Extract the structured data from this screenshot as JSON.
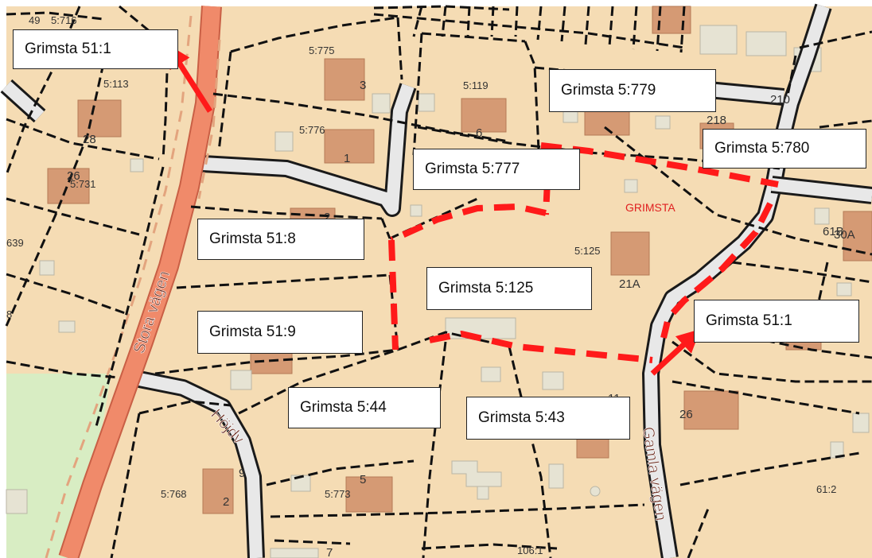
{
  "map": {
    "colors": {
      "land": "#f5dcb4",
      "park": "#d8edc3",
      "building": "#d59a74",
      "building_outline": "#b57a56",
      "outbuilding": "#e6e3d3",
      "major_road": "#f08a6a",
      "local_road": "#e8e8e8",
      "boundary": "#111111",
      "marker": "#ff1a1a",
      "place_label": "#e02020",
      "label_text": "#333333"
    },
    "place_name": "GRIMSTA",
    "road_labels": {
      "stora_vagen": "Stora vägen",
      "hojdvagen": "Höjdv",
      "gamla_vagen": "Gamla vägen"
    },
    "parcel_labels": [
      "5:716",
      "5:775",
      "5:113",
      "5:119",
      "5:776",
      "5:731",
      "639",
      "5:125",
      "61:2",
      "5:768",
      "5:773",
      "106:1",
      "8"
    ],
    "house_numbers": [
      "49",
      "3",
      "6",
      "28",
      "1",
      "26",
      "2",
      "21A",
      "218",
      "210",
      "30A",
      "61B",
      "26",
      "5",
      "2",
      "7",
      "9",
      "11"
    ],
    "callouts": {
      "grimsta_51_1_nw": "Grimsta 51:1",
      "grimsta_5_779": "Grimsta 5:779",
      "grimsta_5_780": "Grimsta 5:780",
      "grimsta_5_777": "Grimsta 5:777",
      "grimsta_51_8": "Grimsta 51:8",
      "grimsta_5_125": "Grimsta 5:125",
      "grimsta_51_1_e": "Grimsta 51:1",
      "grimsta_51_9": "Grimsta 51:9",
      "grimsta_5_44": "Grimsta 5:44",
      "grimsta_5_43": "Grimsta 5:43"
    }
  }
}
